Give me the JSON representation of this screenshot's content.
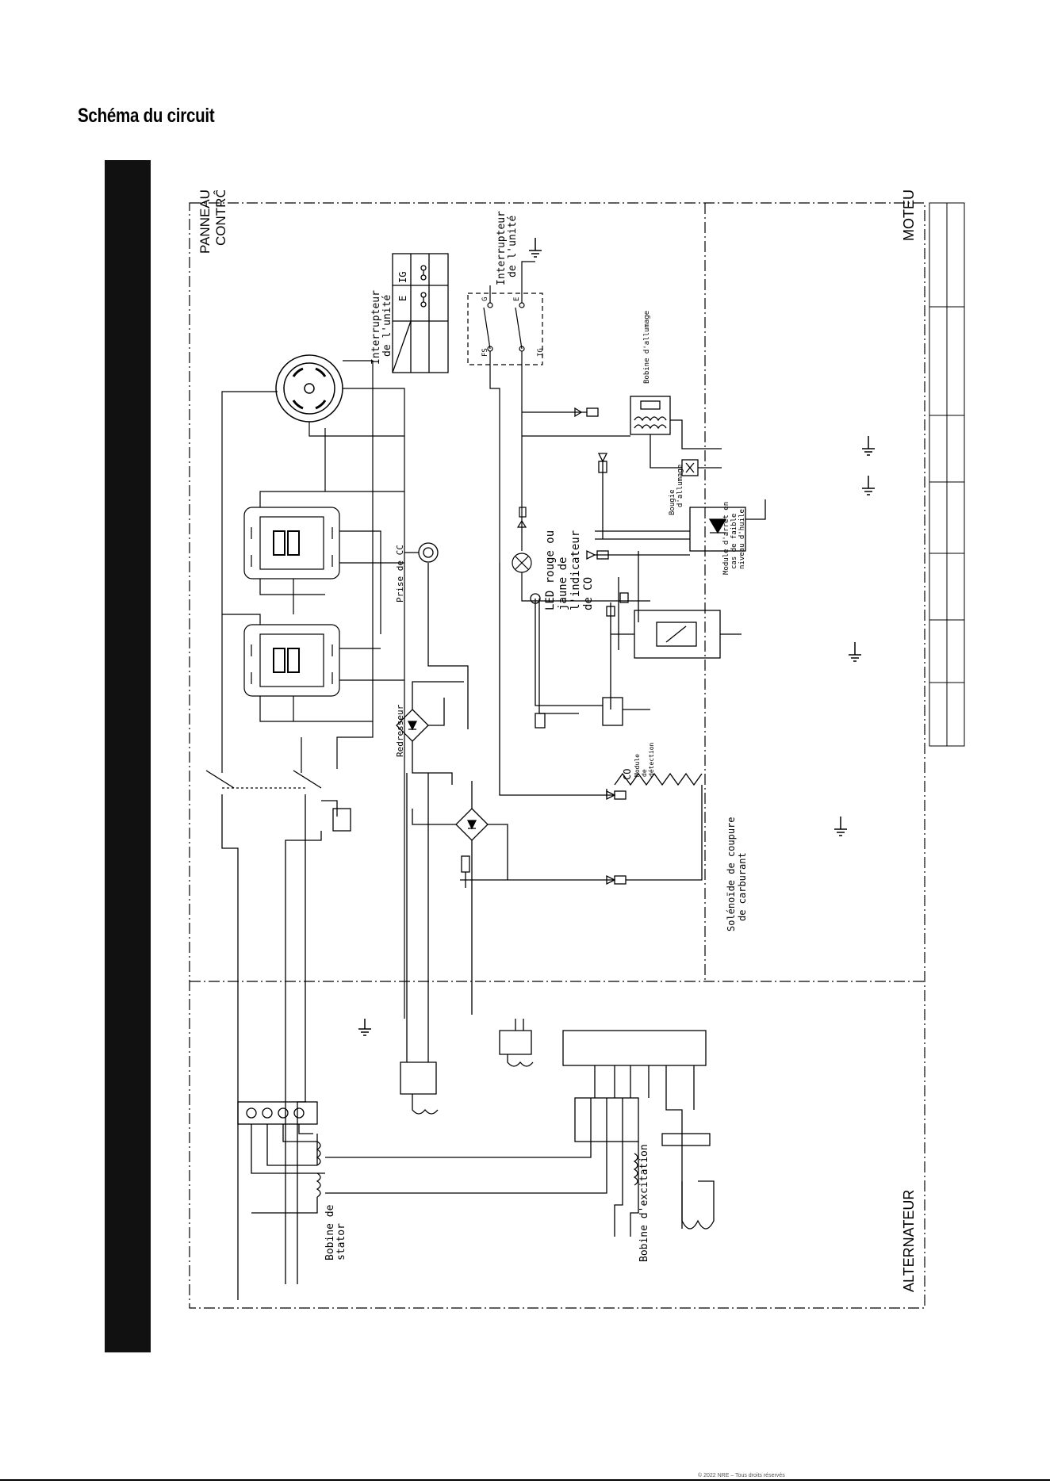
{
  "page": {
    "heading": "Schéma du circuit",
    "footer": "© 2022 NRE – Tous droits réservés"
  },
  "sections": {
    "control_panel_line1": "PANNEAU DE",
    "control_panel_line2": "CONTRÔLE",
    "engine": "MOTEUR",
    "alternator": "ALTERNATEUR"
  },
  "labels": {
    "unit_switch_1_line1": "Interrupteur",
    "unit_switch_1_line2": "de l'unité",
    "unit_switch_2_line1": "Interrupteur",
    "unit_switch_2_line2": "de l'unité",
    "switch_table_ig": "IG",
    "switch_table_e": "E",
    "switch_g": "G",
    "switch_e": "E",
    "switch_fs": "FS",
    "switch_ig": "IG",
    "dc_outlet": "Prise de CC",
    "rectifier": "Redresseur",
    "led_line1": "LED rouge ou",
    "led_line2": "jaune de",
    "led_line3": "l'indicateur",
    "led_line4": "de CO",
    "co": "CO",
    "detection_line1": "Module",
    "detection_line2": "de",
    "detection_line3": "détection",
    "ignition_coil": "Bobine d'allumage",
    "spark_plug_line1": "Bougie",
    "spark_plug_line2": "d'allumage",
    "oil_module_line1": "Module d'arrêt en",
    "oil_module_line2": "cas de faible",
    "oil_module_line3": "niveau d'huile",
    "fuel_solenoid_line1": "Solénoïde de coupure",
    "fuel_solenoid_line2": "de carburant",
    "stator_coil_line1": "Bobine de",
    "stator_coil_line2": "stator",
    "excitation_coil": "Bobine d'excitation"
  }
}
